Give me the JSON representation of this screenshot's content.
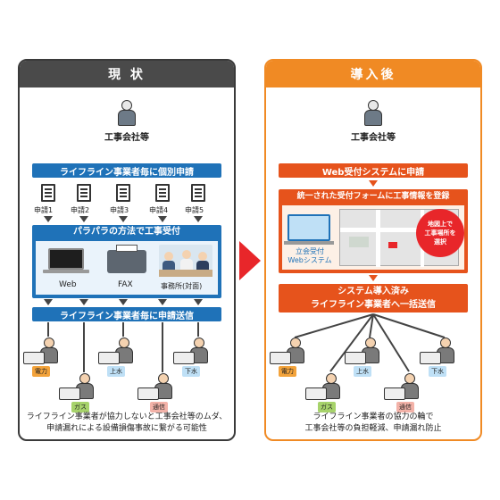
{
  "left": {
    "title": "現 状",
    "contractor": "工事会社等",
    "bar1": "ライフライン事業者毎に個別申請",
    "docs": [
      "申請1",
      "申請2",
      "申請3",
      "申請4",
      "申請5"
    ],
    "methods_title": "パラパラの方法で工事受付",
    "methods": [
      "Web",
      "FAX",
      "事務所(対面)"
    ],
    "bar2": "ライフライン事業者毎に申請送信",
    "tags": [
      "電力",
      "ガス",
      "上水",
      "通信",
      "下水"
    ],
    "caption_line1": "ライフライン事業者が協力しないと工事会社等のムダ、",
    "caption_line2": "申請漏れによる設備損傷事故に繋がる可能性"
  },
  "right": {
    "title": "導入後",
    "contractor": "工事会社等",
    "bar1": "Web受付システムに申請",
    "form_title": "統一された受付フォームに工事情報を登録",
    "web_label_line1": "立会受付",
    "web_label_line2": "Webシステム",
    "map_note_line1": "地図上で",
    "map_note_line2": "工事場所を",
    "map_note_line3": "選択",
    "bar2_line1": "システム導入済み",
    "bar2_line2": "ライフライン事業者へ一括送信",
    "tags": [
      "電力",
      "ガス",
      "上水",
      "通信",
      "下水"
    ],
    "caption_line1": "ライフライン事業者の協力の輪で",
    "caption_line2": "工事会社等の負担軽減、申請漏れ防止"
  },
  "colors": {
    "blue": "#1f72b8",
    "orange": "#f08a24",
    "red": "#e6531c",
    "arrow": "#e8262a"
  }
}
